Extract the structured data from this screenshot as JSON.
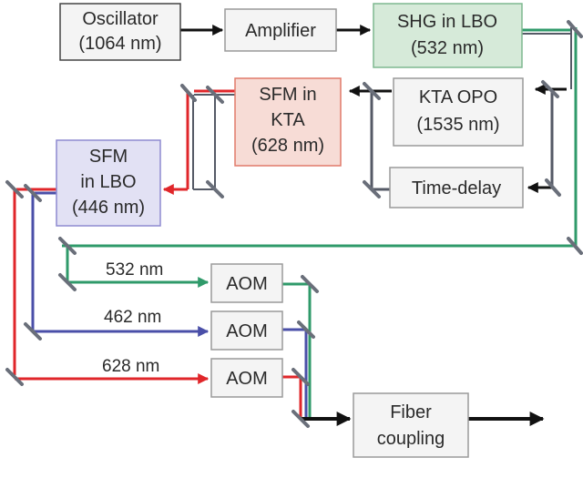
{
  "colors": {
    "green": "#2f9a6a",
    "red": "#e0262a",
    "blue": "#4a4fa8",
    "gray": "#555a66",
    "black": "#111111",
    "mirror": "#6a6f7a",
    "box_border_gray": "#9a9a9a",
    "box_fill_gray": "#f4f4f4",
    "box_fill_green": "#d6ead9",
    "box_border_green": "#7fb88f",
    "box_fill_pink": "#f7dcd6",
    "box_border_pink": "#e07a6a",
    "box_fill_lavender": "#e2e1f4",
    "box_border_lavender": "#8e8ad0"
  },
  "boxes": {
    "oscillator": {
      "line1": "Oscillator",
      "line2": "(1064 nm)"
    },
    "amplifier": {
      "line1": "Amplifier"
    },
    "shg": {
      "line1": "SHG in LBO",
      "line2": "(532 nm)"
    },
    "kta_opo": {
      "line1": "KTA OPO",
      "line2": "(1535 nm)"
    },
    "sfm_kta": {
      "line1": "SFM in",
      "line2": "KTA",
      "line3": "(628 nm)"
    },
    "time_delay": {
      "line1": "Time-delay"
    },
    "sfm_lbo": {
      "line1": "SFM",
      "line2": "in LBO",
      "line3": "(446 nm)"
    },
    "aom_green": {
      "line1": "AOM"
    },
    "aom_blue": {
      "line1": "AOM"
    },
    "aom_red": {
      "line1": "AOM"
    },
    "fiber": {
      "line1": "Fiber",
      "line2": "coupling"
    }
  },
  "labels": {
    "green_wl": "532 nm",
    "blue_wl": "462 nm",
    "red_wl": "628 nm"
  }
}
